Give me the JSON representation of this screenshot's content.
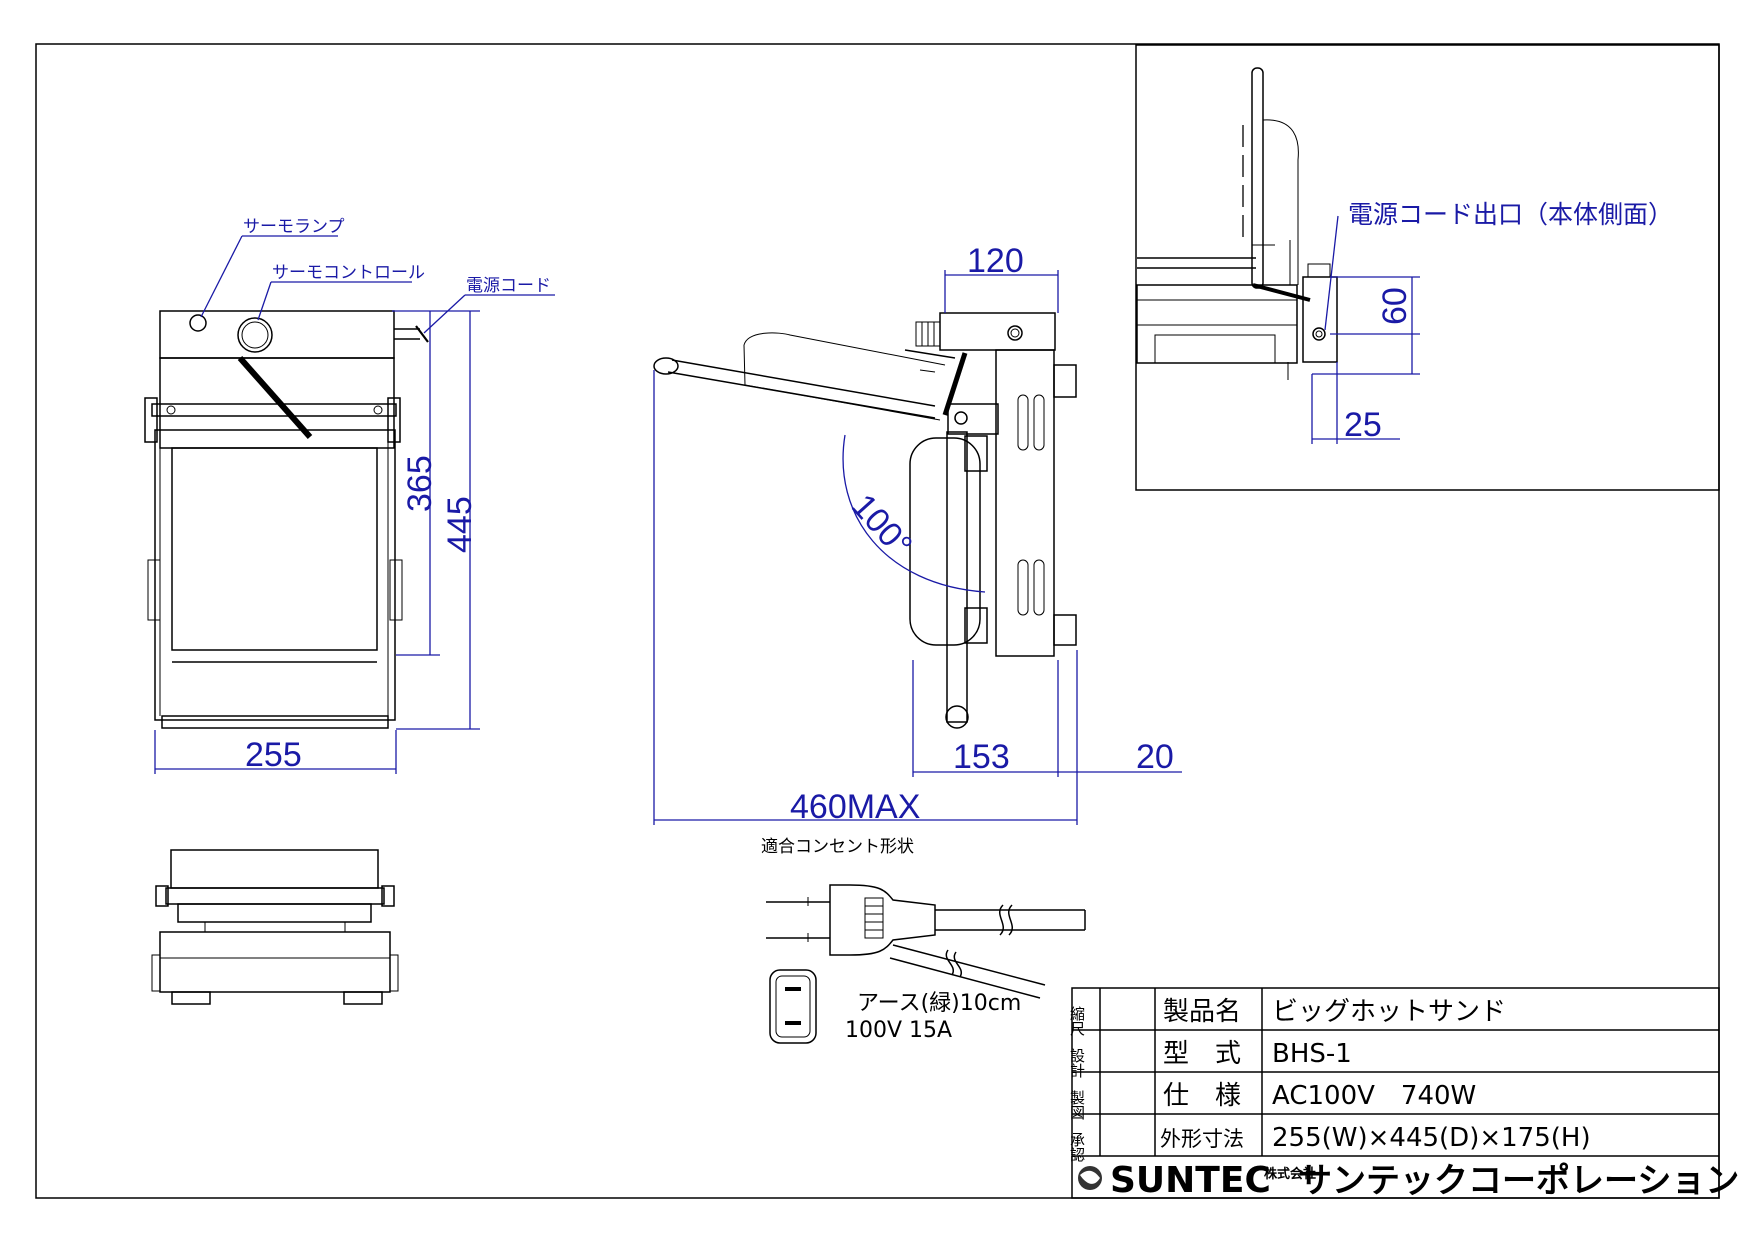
{
  "callouts": {
    "thermo_lamp": "サーモランプ",
    "thermo_control": "サーモコントロール",
    "power_cord": "電源コード",
    "cord_outlet": "電源コード出口（本体側面）"
  },
  "dimensions": {
    "front_width": "255",
    "front_inner_depth": "365",
    "front_depth": "445",
    "side_top": "120",
    "side_body": "153",
    "side_foot": "20",
    "side_max": "460MAX",
    "angle": "100°",
    "inset_height": "60",
    "inset_offset": "25"
  },
  "outlet": {
    "title": "適合コンセント形状",
    "earth_label": "アース(緑)10cm",
    "rating": "100V 15A"
  },
  "title_block": {
    "side_labels": [
      "縮尺",
      "設計",
      "製図",
      "承認"
    ],
    "rows": [
      {
        "label": "製品名",
        "value": "ビッグホットサンド"
      },
      {
        "label": "型　式",
        "value": "BHS-1"
      },
      {
        "label": "仕　様",
        "value": "AC100V　740W"
      },
      {
        "label": "外形寸法",
        "value": "255(W)×445(D)×175(H)"
      }
    ],
    "brand": "SUNTEC",
    "company_prefix": "株式会社",
    "company": "サンテックコーポレーション"
  }
}
